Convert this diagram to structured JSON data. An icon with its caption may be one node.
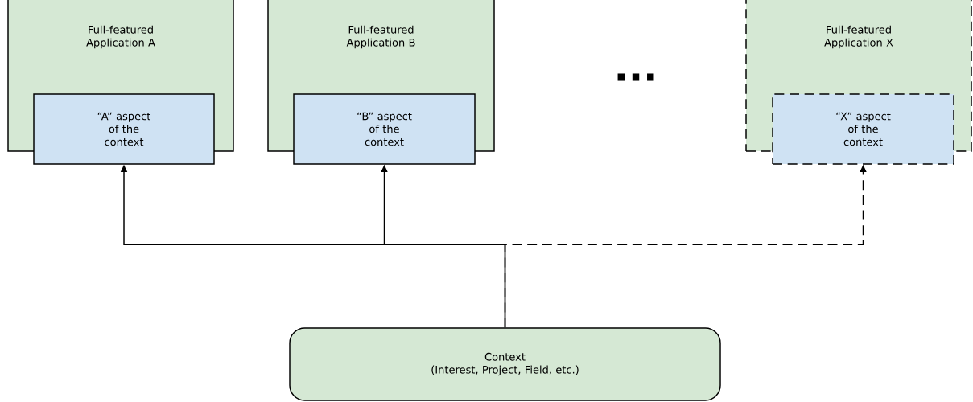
{
  "diagram": {
    "nodes": [
      {
        "text": [
          "Full-featured Application A"
        ]
      },
      {
        "text": [
          "“A” aspect of the context"
        ],
        "in": 0
      },
      {
        "text": [
          "Full-featured Application B"
        ]
      },
      {
        "text": [
          "“B” aspect of the context"
        ],
        "in": 2
      },
      {
        "text": [
          "Full-featured Application X"
        ]
      },
      {
        "text": [
          "“X” aspect of the context"
        ],
        "in": 4
      },
      {
        "text": [
          "Context",
          "(Interest, Project, Field, etc.)"
        ]
      }
    ],
    "edges": [
      {
        "from": 6,
        "to": 1,
        "arrow": "to"
      },
      {
        "from": 6,
        "to": 3,
        "arrow": "to"
      },
      {
        "from": 6,
        "to": 5,
        "arrow": "to",
        "style": "dashed"
      }
    ],
    "labels": [
      "..."
    ]
  }
}
